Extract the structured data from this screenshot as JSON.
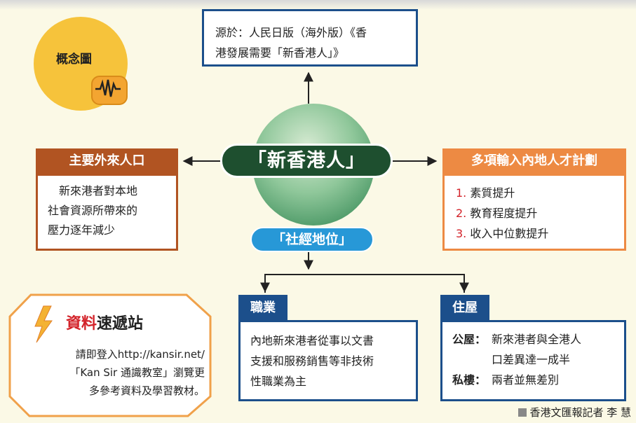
{
  "badge": {
    "title": "概念圖",
    "icon": "waveform-icon"
  },
  "source": {
    "line1": "源於：人民日版（海外版）《香",
    "line2": "港發展需要「新香港人」》"
  },
  "center": {
    "label": "「新香港人」"
  },
  "social": {
    "label": "「社經地位」"
  },
  "left_box": {
    "title": "主要外來人口",
    "lines": [
      "　新來港者對本地",
      "社會資源所帶來的",
      "壓力逐年減少"
    ]
  },
  "right_box": {
    "title": "多項輸入內地人才計劃",
    "items": [
      {
        "num": "1.",
        "text": "素質提升"
      },
      {
        "num": "2.",
        "text": "教育程度提升"
      },
      {
        "num": "3.",
        "text": "收入中位數提升"
      }
    ]
  },
  "job_box": {
    "title": "職業",
    "lines": [
      "內地新來港者從事以文書",
      "支援和服務銷售等非技術",
      "性職業為主"
    ]
  },
  "housing_box": {
    "title": "住屋",
    "rows": [
      {
        "key": "公屋：",
        "lines": [
          "新來港者與全港人",
          "口差異達一成半"
        ]
      },
      {
        "key": "私樓：",
        "lines": [
          "兩者並無差別"
        ]
      }
    ]
  },
  "info_box": {
    "title_red": "資料",
    "title_rest": "速遞站",
    "lines": [
      "請即登入http://kansir.net/",
      "「Kan Sir 通識教室」瀏覽更",
      "多參考資料及學習教材。"
    ]
  },
  "credit": "香港文匯報記者 李 慧",
  "colors": {
    "navy": "#1c4f8b",
    "rust": "#b15422",
    "orange": "#ed8a43",
    "green": "#1e4f2f",
    "sky": "#2798d7",
    "gold": "#f6c33b"
  }
}
